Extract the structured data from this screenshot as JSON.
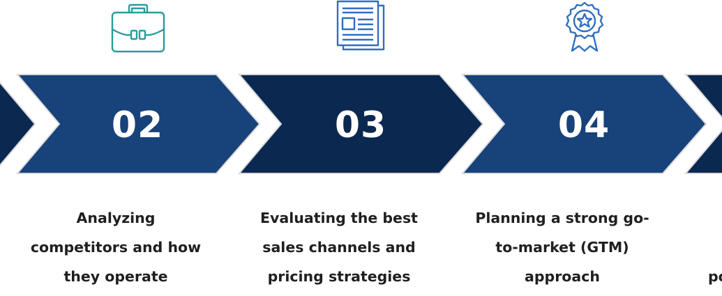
{
  "steps": [
    {
      "number": "02",
      "icon": "briefcase-icon",
      "lines": [
        "Analyzing",
        "competitors and how",
        "they operate"
      ]
    },
    {
      "number": "03",
      "icon": "newspaper-icon",
      "lines": [
        "Evaluating the best",
        "sales channels and",
        "pricing strategies"
      ]
    },
    {
      "number": "04",
      "icon": "award-badge-icon",
      "lines": [
        "Planning a strong go-",
        "to-market (GTM)",
        "approach"
      ]
    },
    {
      "number": "",
      "icon": "",
      "lines": [
        "",
        "",
        "po"
      ]
    }
  ],
  "colors": {
    "chevron_light": "#17427a",
    "chevron_dark": "#0b2850",
    "chevron_edge": "#d9d9d9",
    "briefcase": "#2a9d9a",
    "newspaper": "#2f6fc0",
    "award": "#2f6fc0",
    "text": "#1f1f1f"
  }
}
